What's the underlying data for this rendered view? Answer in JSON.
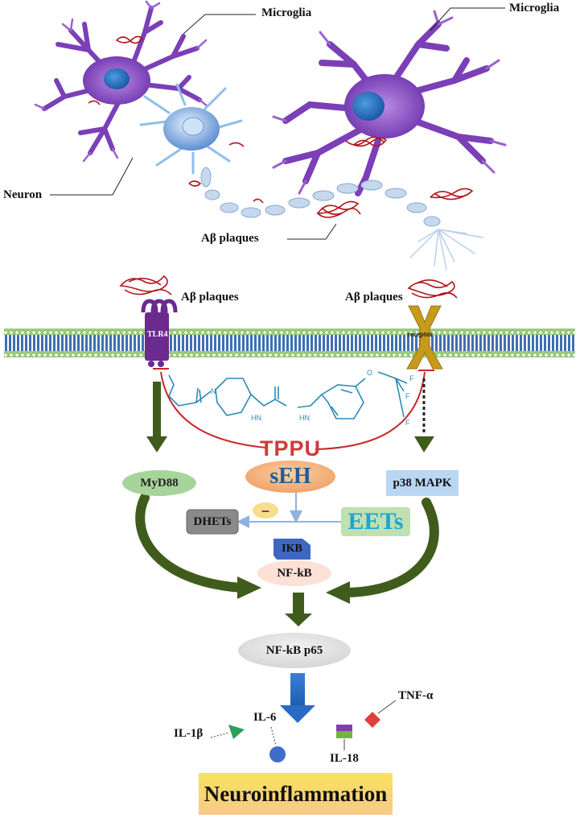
{
  "labels": {
    "microglia_left": "Microglia",
    "microglia_right": "Microglia",
    "neuron": "Neuron",
    "abeta_top": "Aβ plaques",
    "abeta_left": "Aβ plaques",
    "abeta_right": "Aβ plaques",
    "tlr4": "TLR4",
    "receptor": "receptor",
    "tppu": "TPPU",
    "seh": "sEH",
    "myd88": "MyD88",
    "p38": "p38 MAPK",
    "dhets": "DHETs",
    "eets": "EETs",
    "minus": "–",
    "ikb": "IKB",
    "nfkb": "NF-kB",
    "nfkb_p65": "NF-kB p65",
    "il1b": "IL-1β",
    "il6": "IL-6",
    "il18": "IL-18",
    "tnfa": "TNF-α",
    "neuroinflammation": "Neuroinflammation"
  },
  "molecule_atoms": {
    "n1": "N",
    "hn1": "HN",
    "hn2": "HN",
    "o1": "O",
    "f1": "F",
    "f2": "F",
    "f3": "F"
  },
  "colors": {
    "microglia": "#7b3fb8",
    "neuron": "#9ec6ec",
    "plaque": "#b0151b",
    "membrane_blue": "#3f6fb3",
    "membrane_green": "#9bcf77",
    "arrow_green": "#3f5c1c",
    "tppu_red": "#d13a3a",
    "seh_orange": "#f2a46b",
    "seh_text": "#1f5c9a",
    "eets_text": "#1aa6d8",
    "molecule": "#2a8bb5"
  }
}
